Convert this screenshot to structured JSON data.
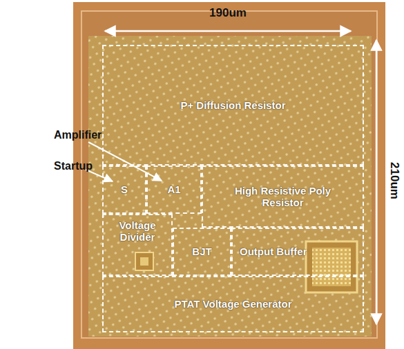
{
  "diagram": {
    "nodes": [
      {
        "text": [
          "P+ Diffusion Resistor"
        ]
      },
      {
        "text": [
          "S"
        ]
      },
      {
        "text": [
          "A1"
        ]
      },
      {
        "text": [
          "High Resistive Poly Resistor"
        ]
      },
      {
        "text": [
          "Voltage Divider"
        ]
      },
      {
        "text": [
          "BJT"
        ]
      },
      {
        "text": [
          "Output Buffer"
        ]
      },
      {
        "text": [
          "PTAT Voltage Generator"
        ]
      }
    ],
    "labels": [
      "190um",
      "210um",
      "Amplifier",
      "Startup"
    ]
  }
}
